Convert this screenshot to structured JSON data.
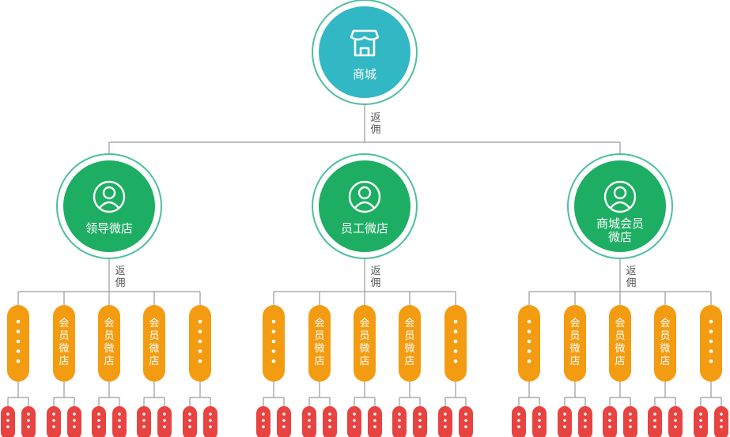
{
  "colors": {
    "root_fill": "#32b7c4",
    "ring": "#4cbfa0",
    "branch_fill": "#1dae63",
    "member_fill": "#f39c12",
    "leaf_fill": "#e74341",
    "line": "#9a9a9a"
  },
  "root": {
    "label": "商城",
    "icon": "store-icon"
  },
  "edge_label": "返佣",
  "branches": [
    {
      "label": "领导微店",
      "icon": "user-icon"
    },
    {
      "label": "员工微店",
      "icon": "user-icon"
    },
    {
      "label": "商城会员微店",
      "icon": "user-icon"
    }
  ],
  "member_label": "会员微店",
  "member_slots": [
    "dots",
    "member",
    "member",
    "member",
    "dots"
  ],
  "leaf_icon": "dots-icon"
}
